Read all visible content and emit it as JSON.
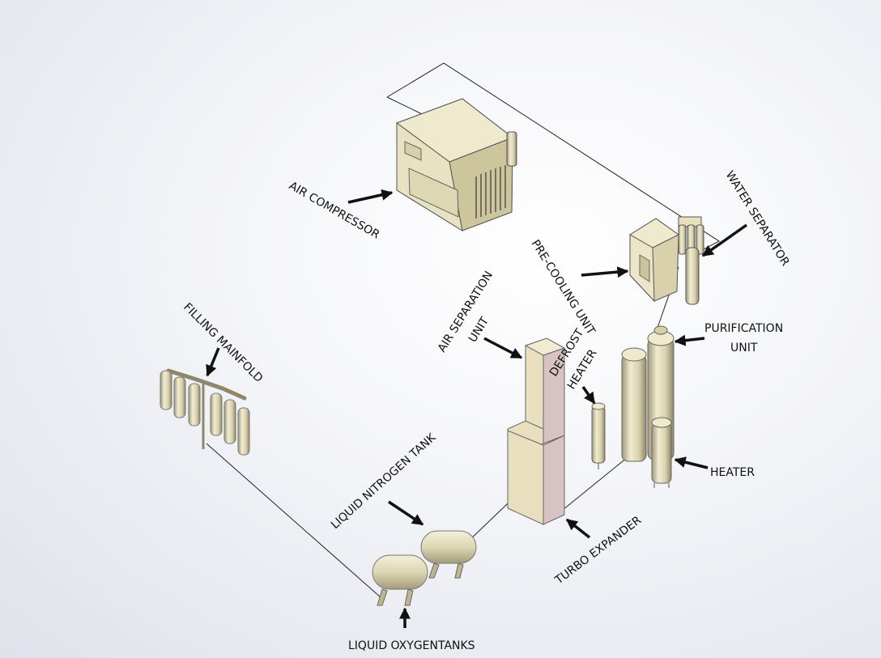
{
  "labels": {
    "air_compressor": "AIR COMPRESSOR",
    "water_separator": "WATER SEPARATOR",
    "pre_cooling_unit": "PRE-COOLING UNIT",
    "purification_unit_line1": "PURIFICATION",
    "purification_unit_line2": "UNIT",
    "air_separation_unit_line1": "AIR SEPARATION",
    "air_separation_unit_line2": "UNIT",
    "defrost_heater_line1": "DEFROST",
    "defrost_heater_line2": "HEATER",
    "heater": "HEATER",
    "turbo_expander": "TURBO EXPANDER",
    "filling_manifold": "FILLING MAINFOLD",
    "liquid_nitrogen_tank": "LIQUID NITROGEN TANK",
    "liquid_oxygen_tanks": "LIQUID OXYGENTANKS"
  },
  "colors": {
    "equipment_fill": "#e6dfbf",
    "equipment_shade": "#c7bf97",
    "pink_side": "#d8c4c4",
    "line": "#222222",
    "text": "#111111"
  }
}
